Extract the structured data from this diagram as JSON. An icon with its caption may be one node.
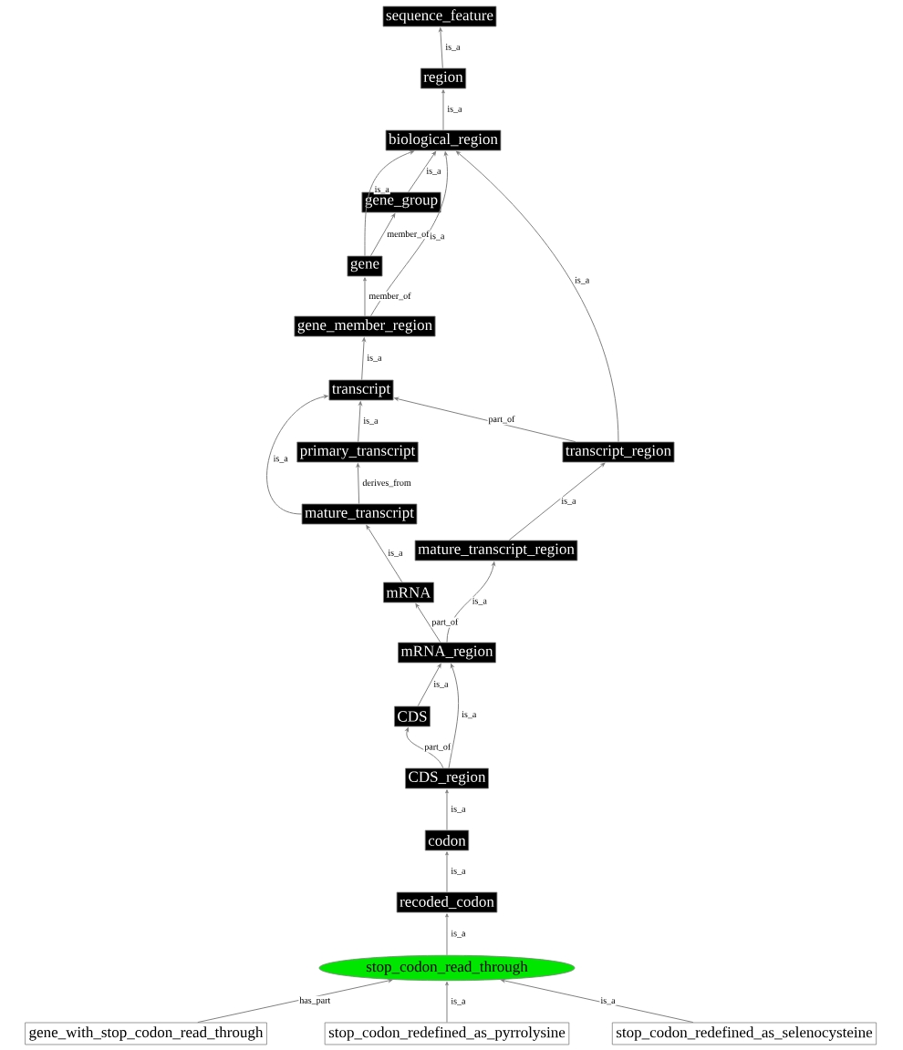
{
  "diagram": {
    "nodes": [
      {
        "text": [
          "sequence_feature"
        ]
      },
      {
        "text": [
          "region"
        ]
      },
      {
        "text": [
          "biological_region"
        ]
      },
      {
        "text": [
          "gene_group"
        ]
      },
      {
        "text": [
          "gene"
        ]
      },
      {
        "text": [
          "gene_member_region"
        ]
      },
      {
        "text": [
          "transcript"
        ]
      },
      {
        "text": [
          "primary_transcript"
        ]
      },
      {
        "text": [
          "transcript_region"
        ]
      },
      {
        "text": [
          "mature_transcript"
        ]
      },
      {
        "text": [
          "mature_transcript_region"
        ]
      },
      {
        "text": [
          "mRNA"
        ]
      },
      {
        "text": [
          "mRNA_region"
        ]
      },
      {
        "text": [
          "CDS"
        ]
      },
      {
        "text": [
          "CDS_region"
        ]
      },
      {
        "text": [
          "codon"
        ]
      },
      {
        "text": [
          "recoded_codon"
        ]
      },
      {
        "text": [
          "stop_codon_read_through"
        ]
      },
      {
        "text": [
          "gene_with_stop_codon_read_through"
        ]
      },
      {
        "text": [
          "stop_codon_redefined_as_pyrrolysine"
        ]
      },
      {
        "text": [
          "stop_codon_redefined_as_selenocysteine"
        ]
      }
    ],
    "edges": [
      {
        "from": 1,
        "to": 0,
        "arrow": "to",
        "label": "is_a"
      },
      {
        "from": 2,
        "to": 1,
        "arrow": "to",
        "label": "is_a"
      },
      {
        "from": 3,
        "to": 2,
        "arrow": "to",
        "label": "is_a"
      },
      {
        "from": 4,
        "to": 2,
        "arrow": "to",
        "label": "is_a"
      },
      {
        "from": 4,
        "to": 3,
        "arrow": "to",
        "label": "member_of"
      },
      {
        "from": 5,
        "to": 4,
        "arrow": "to",
        "label": "member_of"
      },
      {
        "from": 5,
        "to": 2,
        "arrow": "to",
        "label": "is_a"
      },
      {
        "from": 6,
        "to": 5,
        "arrow": "to",
        "label": "is_a"
      },
      {
        "from": 7,
        "to": 6,
        "arrow": "to",
        "label": "is_a"
      },
      {
        "from": 8,
        "to": 6,
        "arrow": "to",
        "label": "part_of"
      },
      {
        "from": 8,
        "to": 2,
        "arrow": "to",
        "label": "is_a"
      },
      {
        "from": 9,
        "to": 7,
        "arrow": "to",
        "label": "derives_from"
      },
      {
        "from": 9,
        "to": 6,
        "arrow": "to",
        "label": "is_a"
      },
      {
        "from": 10,
        "to": 8,
        "arrow": "to",
        "label": "is_a"
      },
      {
        "from": 11,
        "to": 9,
        "arrow": "to",
        "label": "is_a"
      },
      {
        "from": 12,
        "to": 11,
        "arrow": "to",
        "label": "part_of"
      },
      {
        "from": 12,
        "to": 10,
        "arrow": "to",
        "label": "is_a"
      },
      {
        "from": 13,
        "to": 12,
        "arrow": "to",
        "label": "is_a"
      },
      {
        "from": 14,
        "to": 13,
        "arrow": "to",
        "label": "part_of"
      },
      {
        "from": 14,
        "to": 12,
        "arrow": "to",
        "label": "is_a"
      },
      {
        "from": 15,
        "to": 14,
        "arrow": "to",
        "label": "is_a"
      },
      {
        "from": 16,
        "to": 15,
        "arrow": "to",
        "label": "is_a"
      },
      {
        "from": 17,
        "to": 16,
        "arrow": "to",
        "label": "is_a"
      },
      {
        "from": 18,
        "to": 17,
        "arrow": "to",
        "label": "has_part"
      },
      {
        "from": 19,
        "to": 17,
        "arrow": "to",
        "label": "is_a"
      },
      {
        "from": 20,
        "to": 17,
        "arrow": "to",
        "label": "is_a"
      }
    ]
  }
}
